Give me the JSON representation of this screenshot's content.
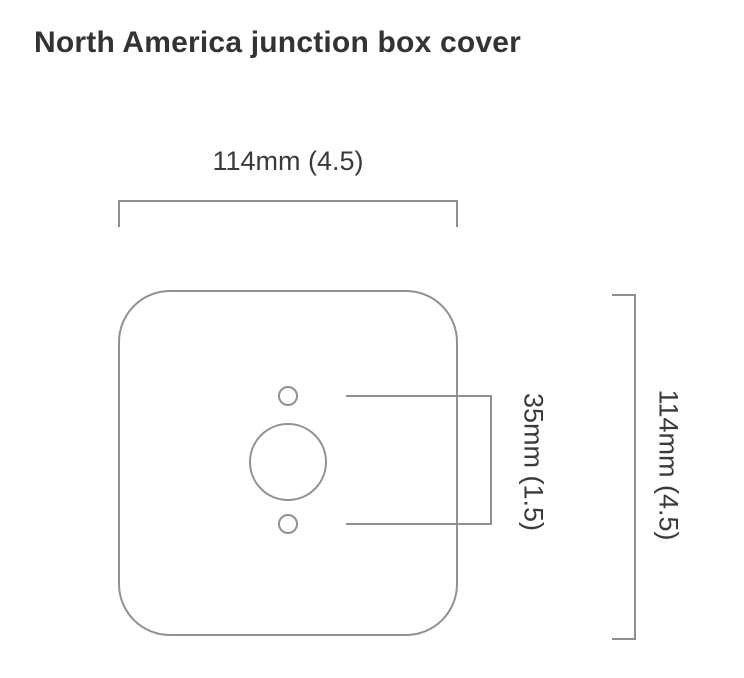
{
  "title": "North America junction box cover",
  "dimensions": {
    "width_label": "114mm (4.5)",
    "height_label": "114mm (4.5)",
    "hole_spacing_label": "35mm (1.5)"
  },
  "colors": {
    "background": "#ffffff",
    "text": "#3a3a3a",
    "line": "#8f8f8f"
  }
}
